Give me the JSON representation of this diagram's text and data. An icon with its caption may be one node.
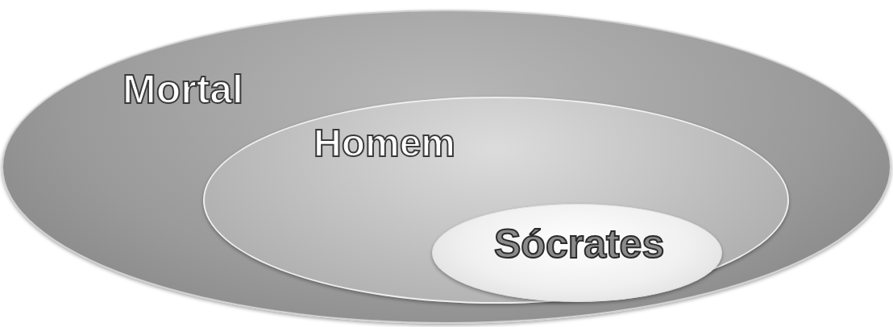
{
  "diagram": {
    "nodes": [
      {
        "text": [
          "Mortal"
        ]
      },
      {
        "text": [
          "Homem"
        ],
        "in": 0
      },
      {
        "text": [
          "Sócrates"
        ],
        "in": 1
      }
    ]
  }
}
